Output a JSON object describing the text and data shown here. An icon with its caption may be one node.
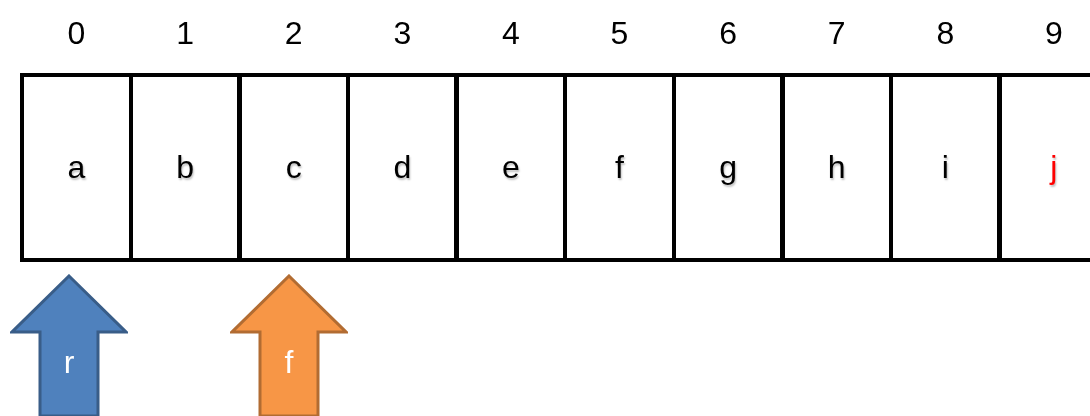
{
  "diagram": {
    "nodes": [
      {
        "text": [
          "0",
          "a"
        ]
      },
      {
        "text": [
          "1",
          "b"
        ]
      },
      {
        "text": [
          "2",
          "c"
        ]
      },
      {
        "text": [
          "3",
          "d"
        ]
      },
      {
        "text": [
          "4",
          "e"
        ]
      },
      {
        "text": [
          "5",
          "f"
        ]
      },
      {
        "text": [
          "6",
          "g"
        ]
      },
      {
        "text": [
          "7",
          "h"
        ]
      },
      {
        "text": [
          "8",
          "i"
        ]
      },
      {
        "text": [
          "9",
          "j"
        ]
      },
      {
        "text": [
          "r"
        ]
      },
      {
        "text": [
          "f"
        ]
      }
    ]
  }
}
